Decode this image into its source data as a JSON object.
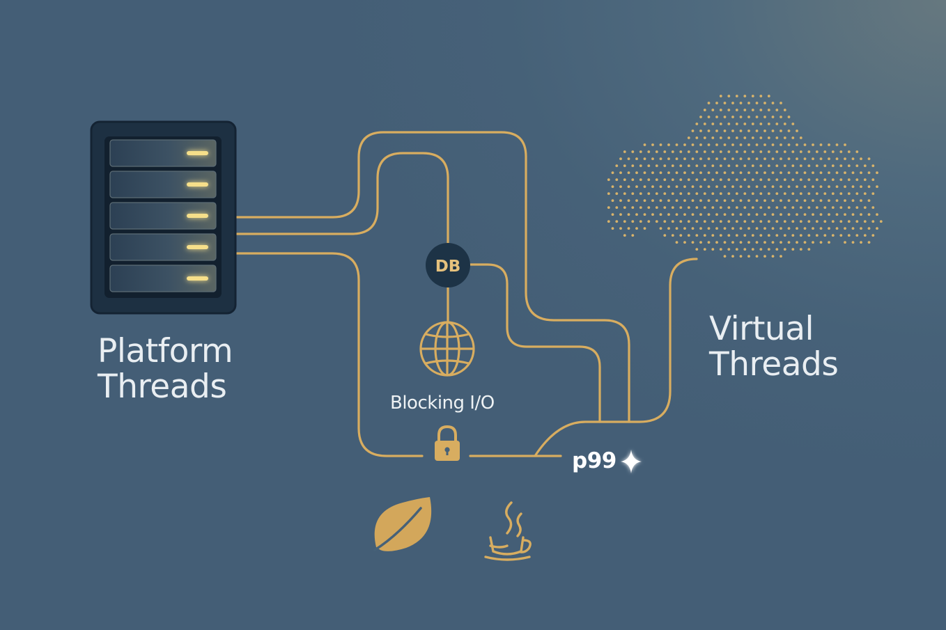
{
  "diagram": {
    "left_label": [
      "Platform",
      "Threads"
    ],
    "right_label": [
      "Virtual",
      "Threads"
    ],
    "center_label": "Blocking I/O",
    "db_label": "DB",
    "metric_label": "p99"
  },
  "icons": {
    "server": "server-rack-icon",
    "database": "database-node",
    "globe": "globe-icon",
    "lock": "lock-icon",
    "sparkle": "sparkle-icon",
    "leaf": "spring-leaf-icon",
    "coffee": "java-coffee-cup-icon",
    "cloud": "dotted-cloud"
  },
  "colors": {
    "background": "#466178",
    "line": "#d8ad60",
    "server_body": "#203548",
    "text": "#e9eef2"
  }
}
